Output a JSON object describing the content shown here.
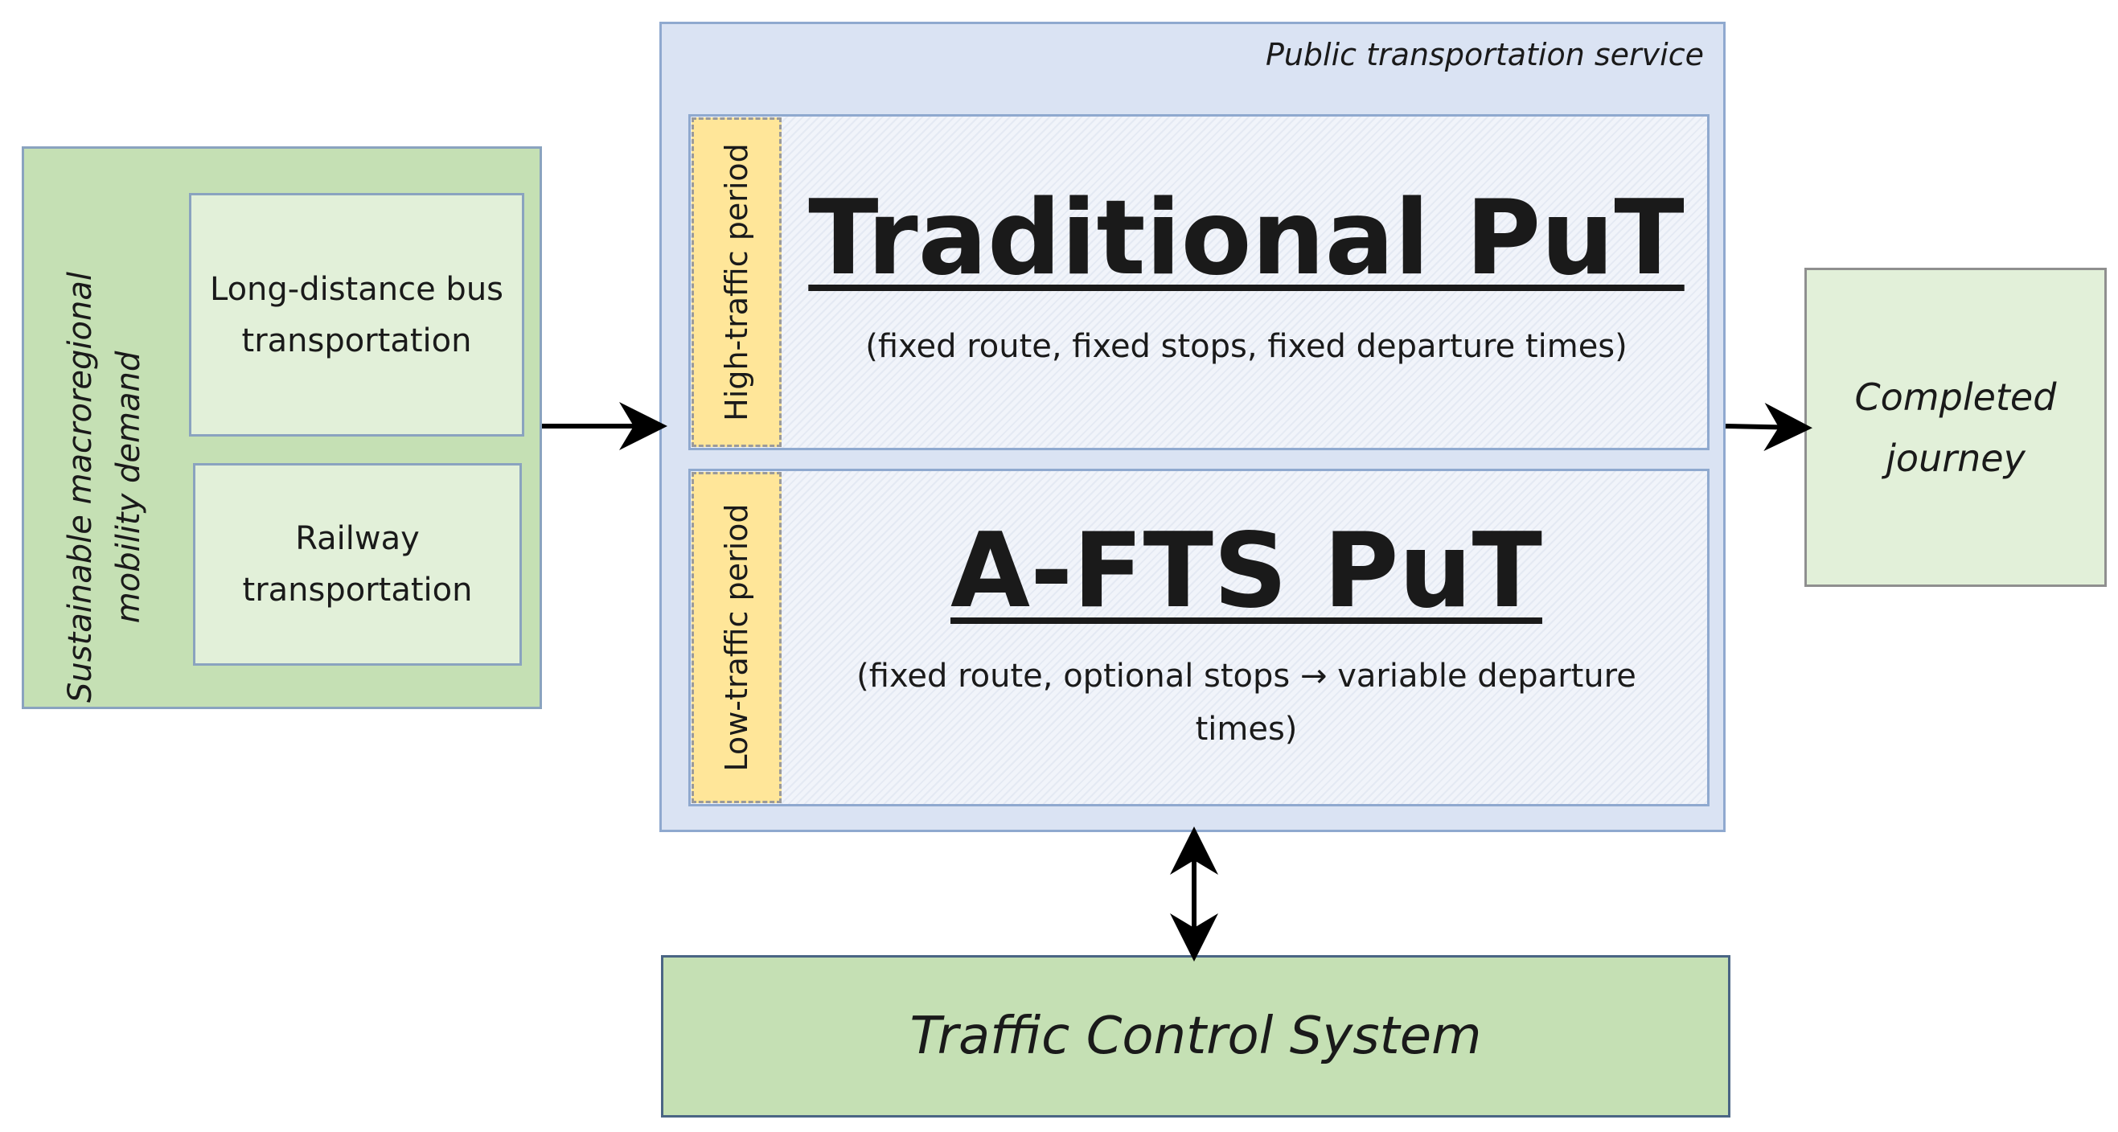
{
  "demand": {
    "label": "Sustainable macroregional mobility demand",
    "bus": "Long-distance bus transportation",
    "rail": "Railway transportation"
  },
  "service": {
    "label": "Public transportation service",
    "traditional": {
      "period": "High-traffic period",
      "title": "Traditional PuT",
      "subtitle": "(fixed route, fixed stops, fixed departure times)"
    },
    "afts": {
      "period": "Low-traffic period",
      "title": "A-FTS PuT",
      "subtitle": "(fixed route, optional stops → variable departure times)"
    }
  },
  "journey": {
    "label": "Completed journey"
  },
  "control": {
    "label": "Traffic Control System"
  },
  "colors": {
    "green_dark": "#c5e0b4",
    "green_light": "#e2f0d9",
    "blue_panel": "#dae3f3",
    "yellow_strip": "#ffe699",
    "arrow": "#000000"
  }
}
